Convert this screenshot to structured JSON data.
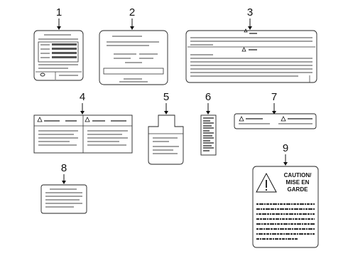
{
  "callouts": [
    {
      "id": "1",
      "name": "label-1"
    },
    {
      "id": "2",
      "name": "label-2"
    },
    {
      "id": "3",
      "name": "label-3"
    },
    {
      "id": "4",
      "name": "label-4"
    },
    {
      "id": "5",
      "name": "label-5"
    },
    {
      "id": "6",
      "name": "label-6"
    },
    {
      "id": "7",
      "name": "label-7"
    },
    {
      "id": "8",
      "name": "label-8"
    },
    {
      "id": "9",
      "name": "label-9"
    }
  ],
  "label9": {
    "caution_lines": [
      "CAUTION/",
      "MISE EN",
      "GARDE"
    ]
  },
  "colors": {
    "ink": "#111111",
    "label_outline": "#222222",
    "text_lines": "#444444",
    "background": "#ffffff"
  }
}
